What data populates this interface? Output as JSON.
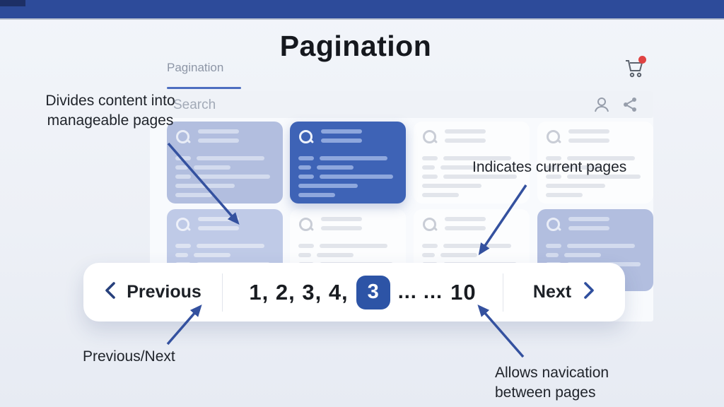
{
  "page": {
    "title": "Pagination"
  },
  "mock_ui": {
    "tab_label": "Pagination",
    "search_placeholder": "Search",
    "icons": [
      "cart-icon",
      "cart-badge",
      "user-icon",
      "share-icon",
      "magnifier-icon"
    ]
  },
  "cards": {
    "rows": [
      {
        "variants": [
          "periwinkle",
          "blue",
          "faint",
          "faint"
        ]
      },
      {
        "variants": [
          "periwinkle-light",
          "faint",
          "faint",
          "periwinkle"
        ]
      }
    ]
  },
  "pagination": {
    "previous_label": "Previous",
    "numbers_prefix": "1, 2, 3, 4,",
    "active_page": "3",
    "ellipsis": "... ...",
    "last_page": "10",
    "next_label": "Next"
  },
  "annotations": {
    "divides_line1": "Divides content into",
    "divides_line2": "manageable pages",
    "indicates": "Indicates current pages",
    "prev_next": "Previous/Next",
    "allows_line1": "Allows navication",
    "allows_line2": "between pages"
  },
  "colors": {
    "topbar_blue": "#2d4b9a",
    "card_blue": "#3e63b6",
    "card_periwinkle": "#b2bedf",
    "active_chip_blue": "#2d54a6",
    "tab_underline_blue": "#4d6ec0",
    "arrow_navy": "#34519f",
    "cart_badge_red": "#e04343",
    "panel_bg": "#f8fafd"
  }
}
